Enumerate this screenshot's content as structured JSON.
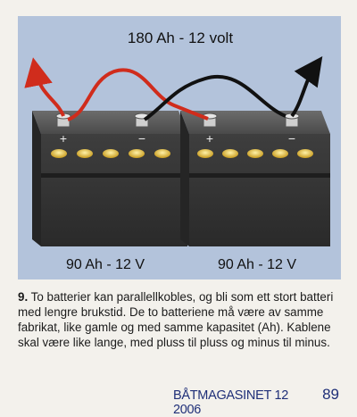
{
  "figure": {
    "title": "180 Ah - 12 volt",
    "battery_left": {
      "label": "90 Ah - 12 V",
      "plus": "+",
      "minus": "−"
    },
    "battery_right": {
      "label": "90 Ah - 12 V",
      "plus": "+",
      "minus": "−"
    },
    "colors": {
      "background": "#b3c3db",
      "battery_body": "#3b3b3b",
      "positive_cable": "#d02c1c",
      "negative_cable": "#111111",
      "cell_caps": "#e3bf3a"
    }
  },
  "caption": {
    "number": "9.",
    "text": " To batterier kan parallellkobles, og bli som ett stort batteri med lengre brukstid. De to batteriene må være av samme fabrikat, like gamle og med samme kapasitet (Ah). Kablene skal være like lange, med pluss til pluss og minus til minus."
  },
  "footer": {
    "magazine": "BÅTMAGASINET 12 2006",
    "page": "89"
  }
}
